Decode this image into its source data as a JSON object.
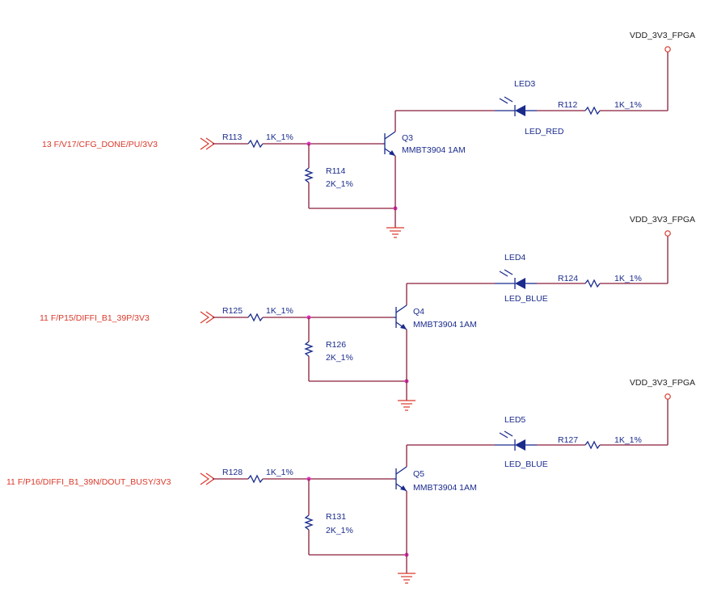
{
  "circuits": [
    {
      "net_label": "13   F/V17/CFG_DONE/PU/3V3",
      "r_base": "R113",
      "r_base_val": "1K_1%",
      "r_pd": "R114",
      "r_pd_val": "2K_1%",
      "q": "Q3",
      "q_val": "MMBT3904 1AM",
      "led": "LED3",
      "led_val": "LED_RED",
      "r_led": "R112",
      "r_led_val": "1K_1%",
      "power": "VDD_3V3_FPGA"
    },
    {
      "net_label": "11   F/P15/DIFFI_B1_39P/3V3",
      "r_base": "R125",
      "r_base_val": "1K_1%",
      "r_pd": "R126",
      "r_pd_val": "2K_1%",
      "q": "Q4",
      "q_val": "MMBT3904 1AM",
      "led": "LED4",
      "led_val": "LED_BLUE",
      "r_led": "R124",
      "r_led_val": "1K_1%",
      "power": "VDD_3V3_FPGA"
    },
    {
      "net_label": "11   F/P16/DIFFI_B1_39N/DOUT_BUSY/3V3",
      "r_base": "R128",
      "r_base_val": "1K_1%",
      "r_pd": "R131",
      "r_pd_val": "2K_1%",
      "q": "Q5",
      "q_val": "MMBT3904 1AM",
      "led": "LED5",
      "led_val": "LED_BLUE",
      "r_led": "R127",
      "r_led_val": "1K_1%",
      "power": "VDD_3V3_FPGA"
    }
  ],
  "colors": {
    "wire": "#8a1f3a",
    "component": "#1a2b8c",
    "net": "#d9392b",
    "junction": "#e030c0"
  }
}
